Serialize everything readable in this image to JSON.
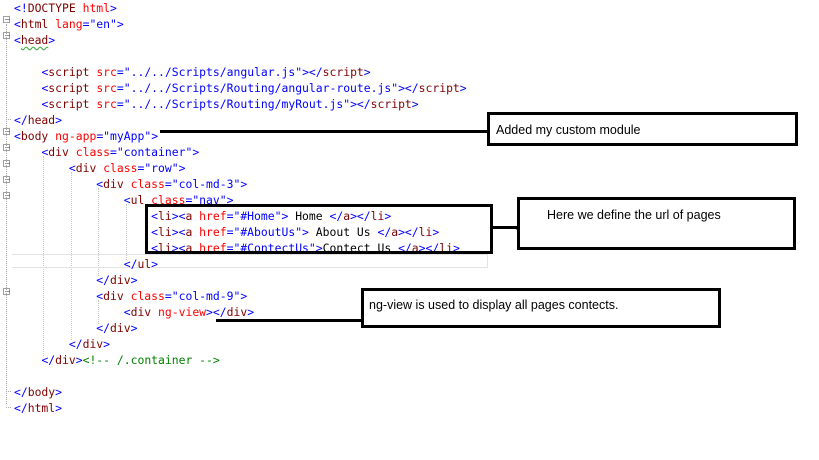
{
  "colors": {
    "tag": "#800000",
    "punct": "#0000ff",
    "attr": "#ff0000",
    "value": "#0000ff",
    "text": "#000000",
    "comment": "#008000"
  },
  "code": {
    "lines": [
      {
        "tokens": [
          {
            "t": "<!",
            "c": "punct"
          },
          {
            "t": "DOCTYPE",
            "c": "tag"
          },
          {
            "t": " html",
            "c": "attr"
          },
          {
            "t": ">",
            "c": "punct"
          }
        ]
      },
      {
        "tokens": [
          {
            "t": "<",
            "c": "punct"
          },
          {
            "t": "html",
            "c": "tag"
          },
          {
            "t": " ",
            "c": "text"
          },
          {
            "t": "lang",
            "c": "attr"
          },
          {
            "t": "=",
            "c": "punct"
          },
          {
            "t": "\"en\"",
            "c": "value"
          },
          {
            "t": ">",
            "c": "punct"
          }
        ]
      },
      {
        "tokens": [
          {
            "t": "<",
            "c": "punct"
          },
          {
            "t": "head",
            "c": "tag",
            "squiggle": true
          },
          {
            "t": ">",
            "c": "punct"
          }
        ]
      },
      {
        "tokens": []
      },
      {
        "tokens": [
          {
            "t": "    ",
            "c": "text"
          },
          {
            "t": "<",
            "c": "punct"
          },
          {
            "t": "script",
            "c": "tag"
          },
          {
            "t": " ",
            "c": "text"
          },
          {
            "t": "src",
            "c": "attr"
          },
          {
            "t": "=",
            "c": "punct"
          },
          {
            "t": "\"../../Scripts/angular.js\"",
            "c": "value"
          },
          {
            "t": "></",
            "c": "punct"
          },
          {
            "t": "script",
            "c": "tag"
          },
          {
            "t": ">",
            "c": "punct"
          }
        ]
      },
      {
        "tokens": [
          {
            "t": "    ",
            "c": "text"
          },
          {
            "t": "<",
            "c": "punct"
          },
          {
            "t": "script",
            "c": "tag"
          },
          {
            "t": " ",
            "c": "text"
          },
          {
            "t": "src",
            "c": "attr"
          },
          {
            "t": "=",
            "c": "punct"
          },
          {
            "t": "\"../../Scripts/Routing/angular-route.js\"",
            "c": "value"
          },
          {
            "t": "></",
            "c": "punct"
          },
          {
            "t": "script",
            "c": "tag"
          },
          {
            "t": ">",
            "c": "punct"
          }
        ]
      },
      {
        "tokens": [
          {
            "t": "    ",
            "c": "text"
          },
          {
            "t": "<",
            "c": "punct"
          },
          {
            "t": "script",
            "c": "tag"
          },
          {
            "t": " ",
            "c": "text"
          },
          {
            "t": "src",
            "c": "attr"
          },
          {
            "t": "=",
            "c": "punct"
          },
          {
            "t": "\"../../Scripts/Routing/myRout.js\"",
            "c": "value"
          },
          {
            "t": "></",
            "c": "punct"
          },
          {
            "t": "script",
            "c": "tag"
          },
          {
            "t": ">",
            "c": "punct"
          }
        ]
      },
      {
        "tokens": [
          {
            "t": "</",
            "c": "punct"
          },
          {
            "t": "head",
            "c": "tag"
          },
          {
            "t": ">",
            "c": "punct"
          }
        ]
      },
      {
        "tokens": [
          {
            "t": "<",
            "c": "punct"
          },
          {
            "t": "body",
            "c": "tag"
          },
          {
            "t": " ",
            "c": "text"
          },
          {
            "t": "ng-app",
            "c": "attr"
          },
          {
            "t": "=",
            "c": "punct"
          },
          {
            "t": "\"myApp\"",
            "c": "value"
          },
          {
            "t": ">",
            "c": "punct"
          }
        ]
      },
      {
        "tokens": [
          {
            "t": "    ",
            "c": "text"
          },
          {
            "t": "<",
            "c": "punct"
          },
          {
            "t": "div",
            "c": "tag"
          },
          {
            "t": " ",
            "c": "text"
          },
          {
            "t": "class",
            "c": "attr"
          },
          {
            "t": "=",
            "c": "punct"
          },
          {
            "t": "\"container\"",
            "c": "value"
          },
          {
            "t": ">",
            "c": "punct"
          }
        ]
      },
      {
        "tokens": [
          {
            "t": "        ",
            "c": "text"
          },
          {
            "t": "<",
            "c": "punct"
          },
          {
            "t": "div",
            "c": "tag"
          },
          {
            "t": " ",
            "c": "text"
          },
          {
            "t": "class",
            "c": "attr"
          },
          {
            "t": "=",
            "c": "punct"
          },
          {
            "t": "\"row\"",
            "c": "value"
          },
          {
            "t": ">",
            "c": "punct"
          }
        ]
      },
      {
        "tokens": [
          {
            "t": "            ",
            "c": "text"
          },
          {
            "t": "<",
            "c": "punct"
          },
          {
            "t": "div",
            "c": "tag"
          },
          {
            "t": " ",
            "c": "text"
          },
          {
            "t": "class",
            "c": "attr"
          },
          {
            "t": "=",
            "c": "punct"
          },
          {
            "t": "\"col-md-3\"",
            "c": "value"
          },
          {
            "t": ">",
            "c": "punct"
          }
        ]
      },
      {
        "tokens": [
          {
            "t": "                ",
            "c": "text"
          },
          {
            "t": "<",
            "c": "punct"
          },
          {
            "t": "ul",
            "c": "tag"
          },
          {
            "t": " ",
            "c": "text"
          },
          {
            "t": "class",
            "c": "attr"
          },
          {
            "t": "=",
            "c": "punct"
          },
          {
            "t": "\"nav\"",
            "c": "value"
          },
          {
            "t": ">",
            "c": "punct"
          }
        ]
      },
      {
        "tokens": [
          {
            "t": "                    ",
            "c": "text"
          },
          {
            "t": "<",
            "c": "punct"
          },
          {
            "t": "li",
            "c": "tag"
          },
          {
            "t": "><",
            "c": "punct"
          },
          {
            "t": "a",
            "c": "tag"
          },
          {
            "t": " ",
            "c": "text"
          },
          {
            "t": "href",
            "c": "attr"
          },
          {
            "t": "=",
            "c": "punct"
          },
          {
            "t": "\"#Home\"",
            "c": "value"
          },
          {
            "t": ">",
            "c": "punct"
          },
          {
            "t": " Home ",
            "c": "text"
          },
          {
            "t": "</",
            "c": "punct"
          },
          {
            "t": "a",
            "c": "tag"
          },
          {
            "t": "></",
            "c": "punct"
          },
          {
            "t": "li",
            "c": "tag"
          },
          {
            "t": ">",
            "c": "punct"
          }
        ]
      },
      {
        "tokens": [
          {
            "t": "                    ",
            "c": "text"
          },
          {
            "t": "<",
            "c": "punct"
          },
          {
            "t": "li",
            "c": "tag"
          },
          {
            "t": "><",
            "c": "punct"
          },
          {
            "t": "a",
            "c": "tag"
          },
          {
            "t": " ",
            "c": "text"
          },
          {
            "t": "href",
            "c": "attr"
          },
          {
            "t": "=",
            "c": "punct"
          },
          {
            "t": "\"#AboutUs\"",
            "c": "value"
          },
          {
            "t": ">",
            "c": "punct"
          },
          {
            "t": " About Us ",
            "c": "text"
          },
          {
            "t": "</",
            "c": "punct"
          },
          {
            "t": "a",
            "c": "tag"
          },
          {
            "t": "></",
            "c": "punct"
          },
          {
            "t": "li",
            "c": "tag"
          },
          {
            "t": ">",
            "c": "punct"
          }
        ]
      },
      {
        "tokens": [
          {
            "t": "                    ",
            "c": "text"
          },
          {
            "t": "<",
            "c": "punct"
          },
          {
            "t": "li",
            "c": "tag"
          },
          {
            "t": "><",
            "c": "punct"
          },
          {
            "t": "a",
            "c": "tag"
          },
          {
            "t": " ",
            "c": "text"
          },
          {
            "t": "href",
            "c": "attr"
          },
          {
            "t": "=",
            "c": "punct"
          },
          {
            "t": "\"#ContectUs\"",
            "c": "value"
          },
          {
            "t": ">",
            "c": "punct"
          },
          {
            "t": "Contect Us ",
            "c": "text"
          },
          {
            "t": "</",
            "c": "punct"
          },
          {
            "t": "a",
            "c": "tag"
          },
          {
            "t": "></",
            "c": "punct"
          },
          {
            "t": "li",
            "c": "tag"
          },
          {
            "t": ">",
            "c": "punct"
          }
        ]
      },
      {
        "tokens": [
          {
            "t": "                ",
            "c": "text"
          },
          {
            "t": "</",
            "c": "punct"
          },
          {
            "t": "ul",
            "c": "tag"
          },
          {
            "t": ">",
            "c": "punct"
          }
        ]
      },
      {
        "tokens": [
          {
            "t": "            ",
            "c": "text"
          },
          {
            "t": "</",
            "c": "punct"
          },
          {
            "t": "div",
            "c": "tag"
          },
          {
            "t": ">",
            "c": "punct"
          }
        ]
      },
      {
        "tokens": [
          {
            "t": "            ",
            "c": "text"
          },
          {
            "t": "<",
            "c": "punct"
          },
          {
            "t": "div",
            "c": "tag"
          },
          {
            "t": " ",
            "c": "text"
          },
          {
            "t": "class",
            "c": "attr"
          },
          {
            "t": "=",
            "c": "punct"
          },
          {
            "t": "\"col-md-9\"",
            "c": "value"
          },
          {
            "t": ">",
            "c": "punct"
          }
        ]
      },
      {
        "tokens": [
          {
            "t": "                ",
            "c": "text"
          },
          {
            "t": "<",
            "c": "punct"
          },
          {
            "t": "div",
            "c": "tag"
          },
          {
            "t": " ",
            "c": "text"
          },
          {
            "t": "ng-view",
            "c": "attr"
          },
          {
            "t": "></",
            "c": "punct"
          },
          {
            "t": "div",
            "c": "tag"
          },
          {
            "t": ">",
            "c": "punct"
          }
        ]
      },
      {
        "tokens": [
          {
            "t": "            ",
            "c": "text"
          },
          {
            "t": "</",
            "c": "punct"
          },
          {
            "t": "div",
            "c": "tag"
          },
          {
            "t": ">",
            "c": "punct"
          }
        ]
      },
      {
        "tokens": [
          {
            "t": "        ",
            "c": "text"
          },
          {
            "t": "</",
            "c": "punct"
          },
          {
            "t": "div",
            "c": "tag"
          },
          {
            "t": ">",
            "c": "punct"
          }
        ]
      },
      {
        "tokens": [
          {
            "t": "    ",
            "c": "text"
          },
          {
            "t": "</",
            "c": "punct"
          },
          {
            "t": "div",
            "c": "tag"
          },
          {
            "t": ">",
            "c": "punct"
          },
          {
            "t": "<!-- /.container -->",
            "c": "comment"
          }
        ]
      },
      {
        "tokens": []
      },
      {
        "tokens": [
          {
            "t": "</",
            "c": "punct"
          },
          {
            "t": "body",
            "c": "tag"
          },
          {
            "t": ">",
            "c": "punct"
          }
        ]
      },
      {
        "tokens": [
          {
            "t": "</",
            "c": "punct"
          },
          {
            "t": "html",
            "c": "tag"
          },
          {
            "t": ">",
            "c": "punct"
          }
        ]
      }
    ]
  },
  "annotations": {
    "custom_module": "Added my custom module",
    "url_of_pages": "Here we define the url of pages",
    "ng_view": "ng-view is used to display all pages contects."
  }
}
